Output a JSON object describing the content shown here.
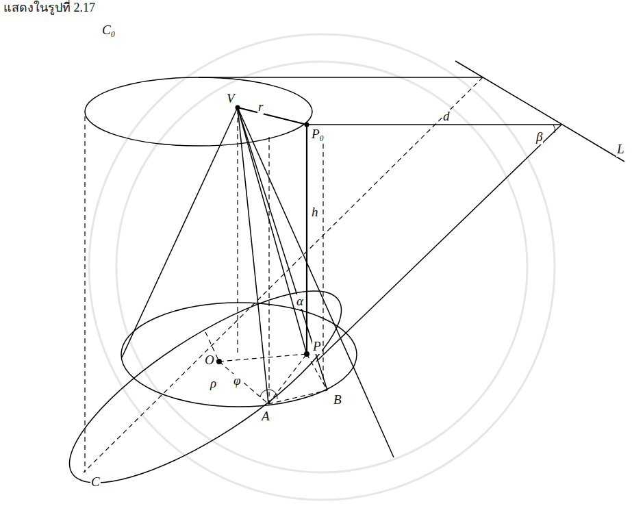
{
  "diagram": {
    "labels": [
      "แสดงในรูปที่ 2.17",
      "C₀",
      "V",
      "r",
      "P₀",
      "d",
      "β",
      "h",
      "L",
      "α",
      "O",
      "P",
      "ρ",
      "φ",
      "A",
      "B",
      "C"
    ]
  }
}
